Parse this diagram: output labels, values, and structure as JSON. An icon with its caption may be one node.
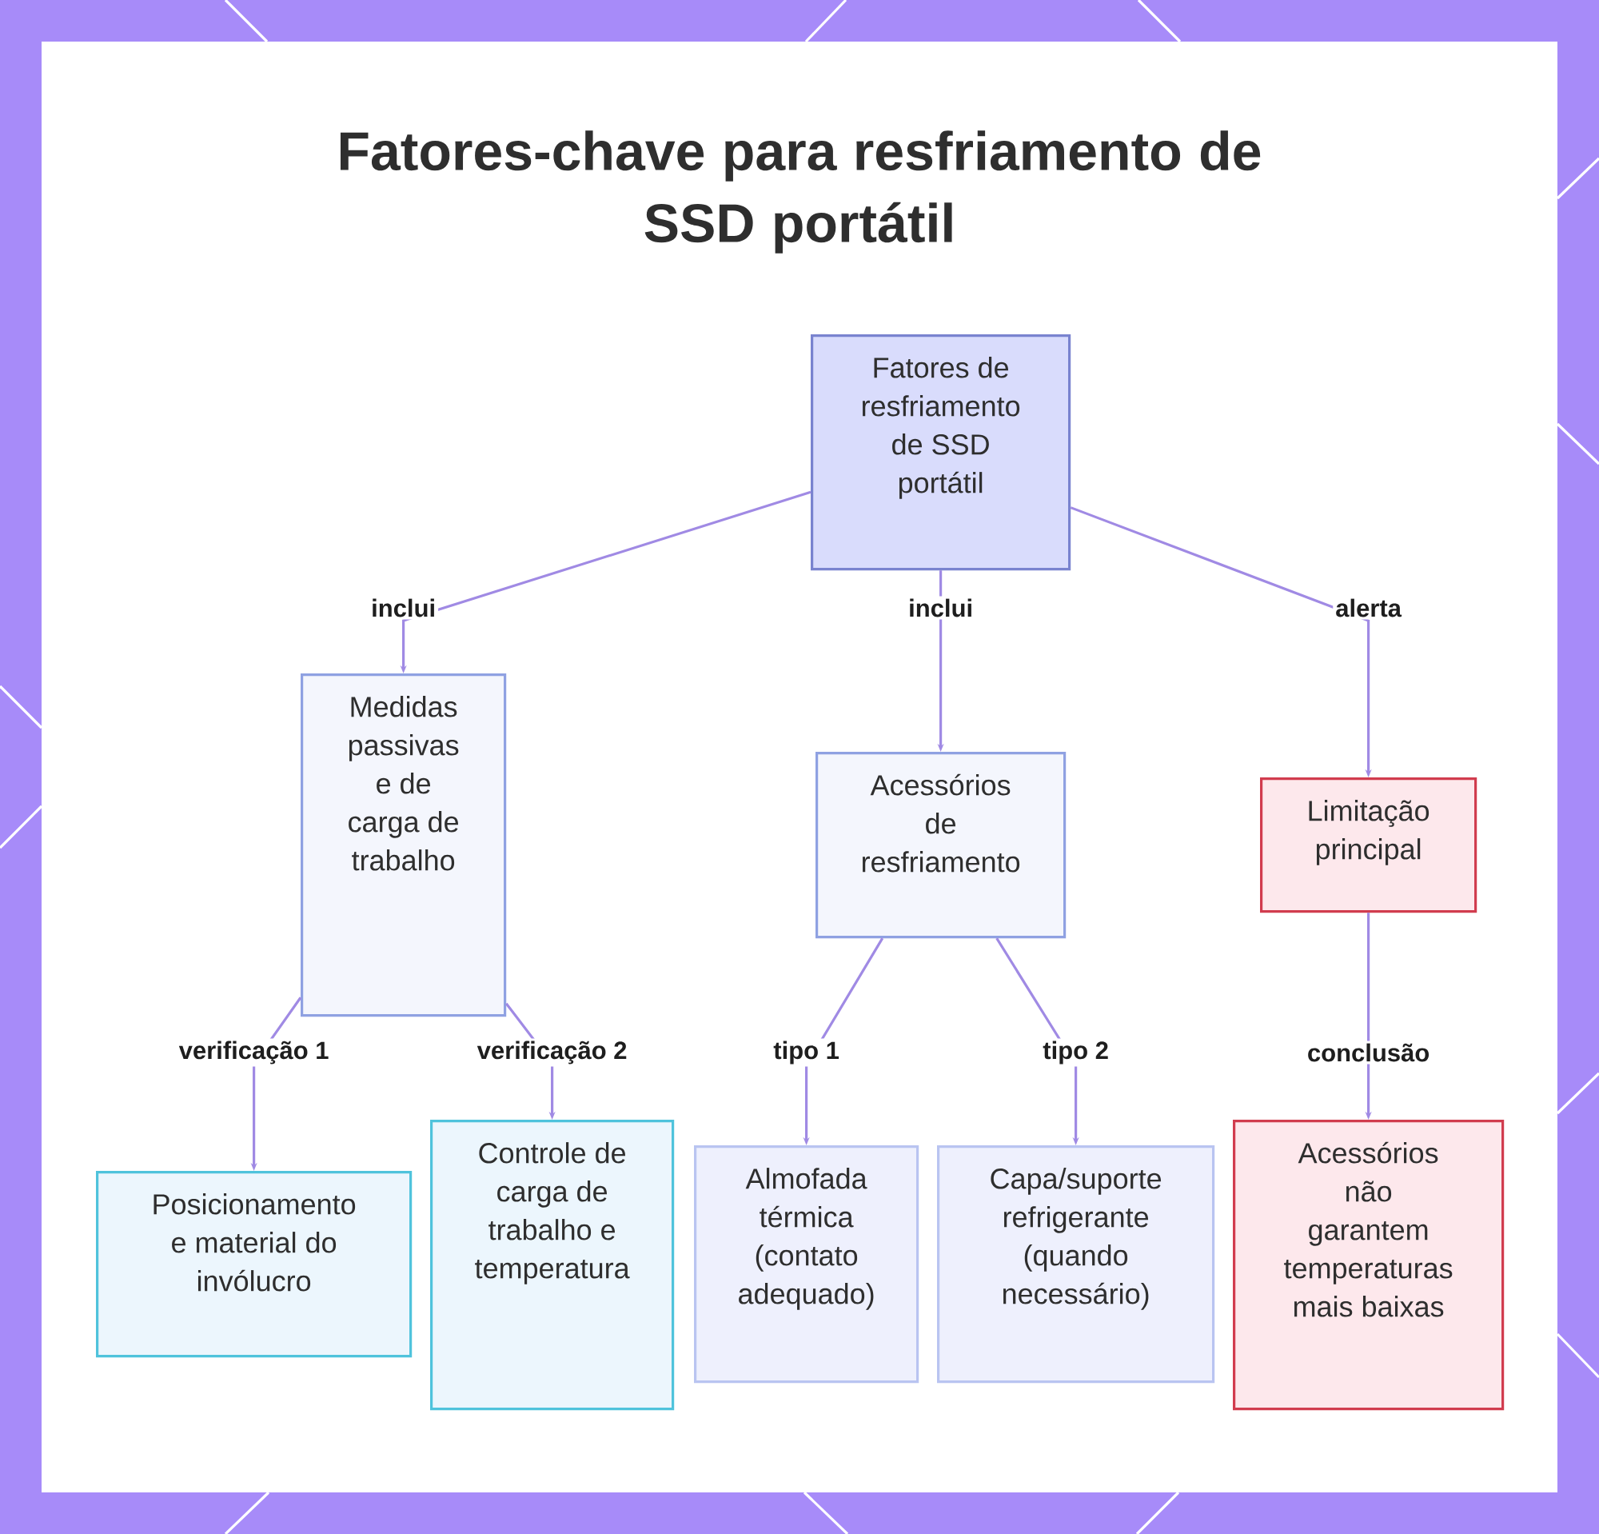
{
  "diagram": {
    "title": "Fatores-chave para resfriamento de SSD portátil",
    "nodes": [
      {
        "text": [
          "Fatores de resfriamento de SSD portátil"
        ]
      },
      {
        "text": [
          "Medidas passivas e de carga de trabalho"
        ]
      },
      {
        "text": [
          "Acessórios de resfriamento"
        ]
      },
      {
        "text": [
          "Limitação principal"
        ]
      },
      {
        "text": [
          "Posicionamento e material do invólucro"
        ]
      },
      {
        "text": [
          "Controle de carga de trabalho e temperatura"
        ]
      },
      {
        "text": [
          "Almofada térmica (contato adequado)"
        ]
      },
      {
        "text": [
          "Capa/suporte refrigerante (quando necessário)"
        ]
      },
      {
        "text": [
          "Acessórios não garantem temperaturas mais baixas"
        ]
      }
    ],
    "edges": [
      {
        "from": 0,
        "to": 1,
        "arrow": "to",
        "label": "inclui"
      },
      {
        "from": 0,
        "to": 2,
        "arrow": "to",
        "label": "inclui"
      },
      {
        "from": 0,
        "to": 3,
        "arrow": "to",
        "label": "alerta"
      },
      {
        "from": 1,
        "to": 4,
        "arrow": "to",
        "label": "verificação 1"
      },
      {
        "from": 1,
        "to": 5,
        "arrow": "to",
        "label": "verificação 2"
      },
      {
        "from": 2,
        "to": 6,
        "arrow": "to",
        "label": "tipo 1"
      },
      {
        "from": 2,
        "to": 7,
        "arrow": "to",
        "label": "tipo 2"
      },
      {
        "from": 3,
        "to": 8,
        "arrow": "to",
        "label": "conclusão"
      }
    ]
  }
}
